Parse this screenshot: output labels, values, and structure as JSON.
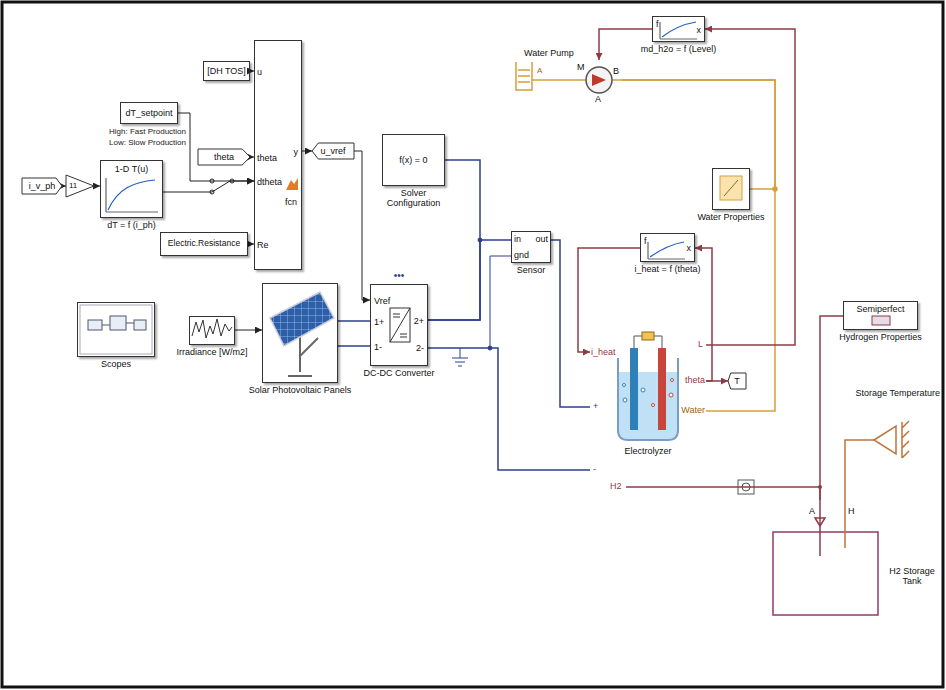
{
  "diagram": {
    "nodes": [
      {
        "text": [
          "[DH TOS]"
        ]
      },
      {
        "text": [
          "dT_setpoint"
        ]
      },
      {
        "text": [
          "theta"
        ]
      },
      {
        "text": [
          "i_v_ph"
        ]
      },
      {
        "text": [
          "11"
        ]
      },
      {
        "text": [
          "1-D T(u)",
          "dT = f (i_ph)"
        ]
      },
      {
        "text": [
          "Electric.Resistance"
        ]
      },
      {
        "text": [
          "u",
          "theta",
          "dtheta",
          "Re",
          "y",
          "fcn"
        ]
      },
      {
        "text": [
          "u_vref"
        ]
      },
      {
        "text": [
          "f(x) = 0",
          "Solver Configuration"
        ]
      },
      {
        "text": [
          "in",
          "out",
          "gnd",
          "Sensor"
        ]
      },
      {
        "text": [
          "Scopes"
        ]
      },
      {
        "text": [
          "Irradiance [W/m2]"
        ]
      },
      {
        "text": [
          "Solar Photovoltaic Panels"
        ]
      },
      {
        "text": [
          "Vref",
          "1+",
          "1-",
          "2+",
          "2-",
          "DC-DC Converter"
        ]
      },
      {
        "text": [
          "Water Pump",
          "M",
          "A",
          "B"
        ]
      },
      {
        "text": [
          "f",
          "x",
          "md_h2o = f (Level)"
        ]
      },
      {
        "text": [
          "Water Properties"
        ]
      },
      {
        "text": [
          "Semiperfect",
          "Hydrogen Properties"
        ]
      },
      {
        "text": [
          "f",
          "x",
          "i_heat = f (theta)"
        ]
      },
      {
        "text": [
          "i_heat",
          "+",
          "-",
          "L",
          "theta",
          "Water",
          "H2",
          "Electrolyzer"
        ]
      },
      {
        "text": [
          "T"
        ]
      },
      {
        "text": [
          "Storage Temperature"
        ]
      },
      {
        "text": [
          "A",
          "H",
          "H2 Storage Tank"
        ]
      }
    ],
    "edges": [
      {
        "from": 0,
        "to": 7,
        "arrow": "to"
      },
      {
        "from": 1,
        "to": 7,
        "arrow": "to"
      },
      {
        "from": 2,
        "to": 7,
        "arrow": "to"
      },
      {
        "from": 3,
        "to": 4,
        "arrow": "to"
      },
      {
        "from": 4,
        "to": 5,
        "arrow": "to"
      },
      {
        "from": 5,
        "to": 7,
        "arrow": "to"
      },
      {
        "from": 6,
        "to": 7,
        "arrow": "to"
      },
      {
        "from": 7,
        "to": 8,
        "arrow": "to"
      },
      {
        "from": 8,
        "to": 14,
        "arrow": "to"
      },
      {
        "from": 9,
        "to": 14,
        "arrow": "none"
      },
      {
        "from": 14,
        "to": 10,
        "arrow": "none"
      },
      {
        "from": 10,
        "to": 20,
        "arrow": "none"
      },
      {
        "from": 14,
        "to": 20,
        "arrow": "none"
      },
      {
        "from": 12,
        "to": 13,
        "arrow": "to"
      },
      {
        "from": 13,
        "to": 14,
        "arrow": "none"
      },
      {
        "from": 13,
        "to": 14,
        "arrow": "none"
      },
      {
        "from": 16,
        "to": 15,
        "arrow": "to"
      },
      {
        "from": 15,
        "to": 20,
        "arrow": "none"
      },
      {
        "from": 17,
        "to": 15,
        "arrow": "none"
      },
      {
        "from": 20,
        "to": 16,
        "arrow": "to"
      },
      {
        "from": 19,
        "to": 20,
        "arrow": "to"
      },
      {
        "from": 20,
        "to": 19,
        "arrow": "to"
      },
      {
        "from": 20,
        "to": 21,
        "arrow": "to"
      },
      {
        "from": 20,
        "to": 23,
        "arrow": "none"
      },
      {
        "from": 18,
        "to": 23,
        "arrow": "none"
      },
      {
        "from": 22,
        "to": 23,
        "arrow": "none"
      }
    ],
    "labels": [
      "High: Fast Production",
      "Low: Slow Production",
      "•••",
      "A"
    ]
  }
}
